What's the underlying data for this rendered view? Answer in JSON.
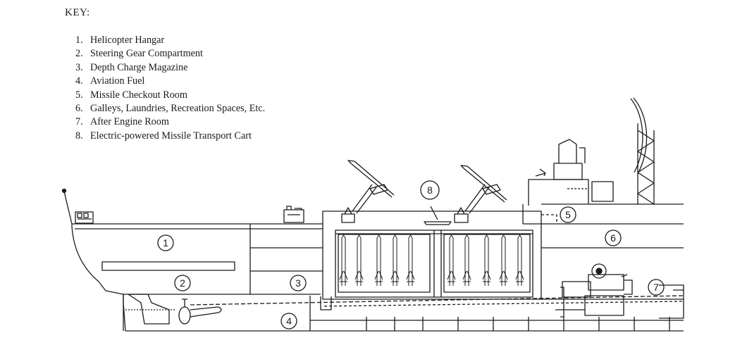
{
  "key": {
    "heading": "KEY:",
    "items": [
      {
        "num": "1.",
        "label": "Helicopter Hangar"
      },
      {
        "num": "2.",
        "label": "Steering Gear Compartment"
      },
      {
        "num": "3.",
        "label": "Depth Charge Magazine"
      },
      {
        "num": "4.",
        "label": "Aviation Fuel"
      },
      {
        "num": "5.",
        "label": "Missile Checkout Room"
      },
      {
        "num": "6.",
        "label": "Galleys, Laundries, Recreation Spaces, Etc."
      },
      {
        "num": "7.",
        "label": "After Engine Room"
      },
      {
        "num": "8.",
        "label": "Electric-powered Missile Transport Cart"
      }
    ]
  },
  "callouts": [
    "1",
    "2",
    "3",
    "4",
    "5",
    "6",
    "7",
    "8"
  ],
  "colors": {
    "ink": "#1a1a1a",
    "paper": "#ffffff"
  }
}
